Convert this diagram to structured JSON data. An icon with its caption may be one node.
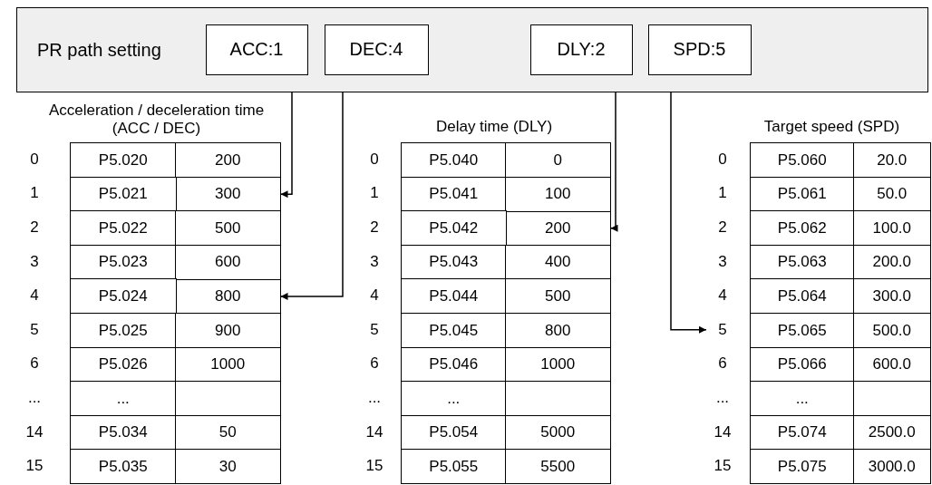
{
  "diagram": {
    "nodes": [
      {
        "text": [
          "PR path setting"
        ]
      },
      {
        "text": [
          "ACC:1"
        ],
        "in": 0
      },
      {
        "text": [
          "DEC:4"
        ],
        "in": 0
      },
      {
        "text": [
          "DLY:2"
        ],
        "in": 0
      },
      {
        "text": [
          "SPD:5"
        ],
        "in": 0
      },
      {
        "text": [
          "300"
        ]
      },
      {
        "text": [
          "800"
        ]
      },
      {
        "text": [
          "200"
        ]
      },
      {
        "text": [
          "5"
        ]
      }
    ],
    "edges": [
      {
        "from": 1,
        "to": 5,
        "arrow": "to"
      },
      {
        "from": 2,
        "to": 6,
        "arrow": "to"
      },
      {
        "from": 3,
        "to": 7,
        "arrow": "to"
      },
      {
        "from": 4,
        "to": 8,
        "arrow": "to"
      }
    ],
    "labels": [
      "Acceleration / deceleration time (ACC / DEC)",
      "0",
      "P5.020",
      "200",
      "1",
      "P5.021",
      "2",
      "P5.022",
      "500",
      "3",
      "P5.023",
      "600",
      "4",
      "P5.024",
      "5",
      "P5.025",
      "900",
      "6",
      "P5.026",
      "1000",
      "...",
      "...",
      "14",
      "P5.034",
      "50",
      "15",
      "P5.035",
      "30",
      "Delay time (DLY)",
      "0",
      "P5.040",
      "0",
      "1",
      "P5.041",
      "100",
      "2",
      "P5.042",
      "3",
      "P5.043",
      "400",
      "4",
      "P5.044",
      "500",
      "5",
      "P5.045",
      "800",
      "6",
      "P5.046",
      "1000",
      "...",
      "...",
      "14",
      "P5.054",
      "5000",
      "15",
      "P5.055",
      "5500",
      "Target speed (SPD)",
      "0",
      "P5.060",
      "20.0",
      "1",
      "P5.061",
      "50.0",
      "2",
      "P5.062",
      "100.0",
      "3",
      "P5.063",
      "200.0",
      "4",
      "P5.064",
      "300.0",
      "P5.065",
      "500.0",
      "6",
      "P5.066",
      "600.0",
      "...",
      "...",
      "14",
      "P5.074",
      "2500.0",
      "15",
      "P5.075",
      "3000.0"
    ]
  }
}
